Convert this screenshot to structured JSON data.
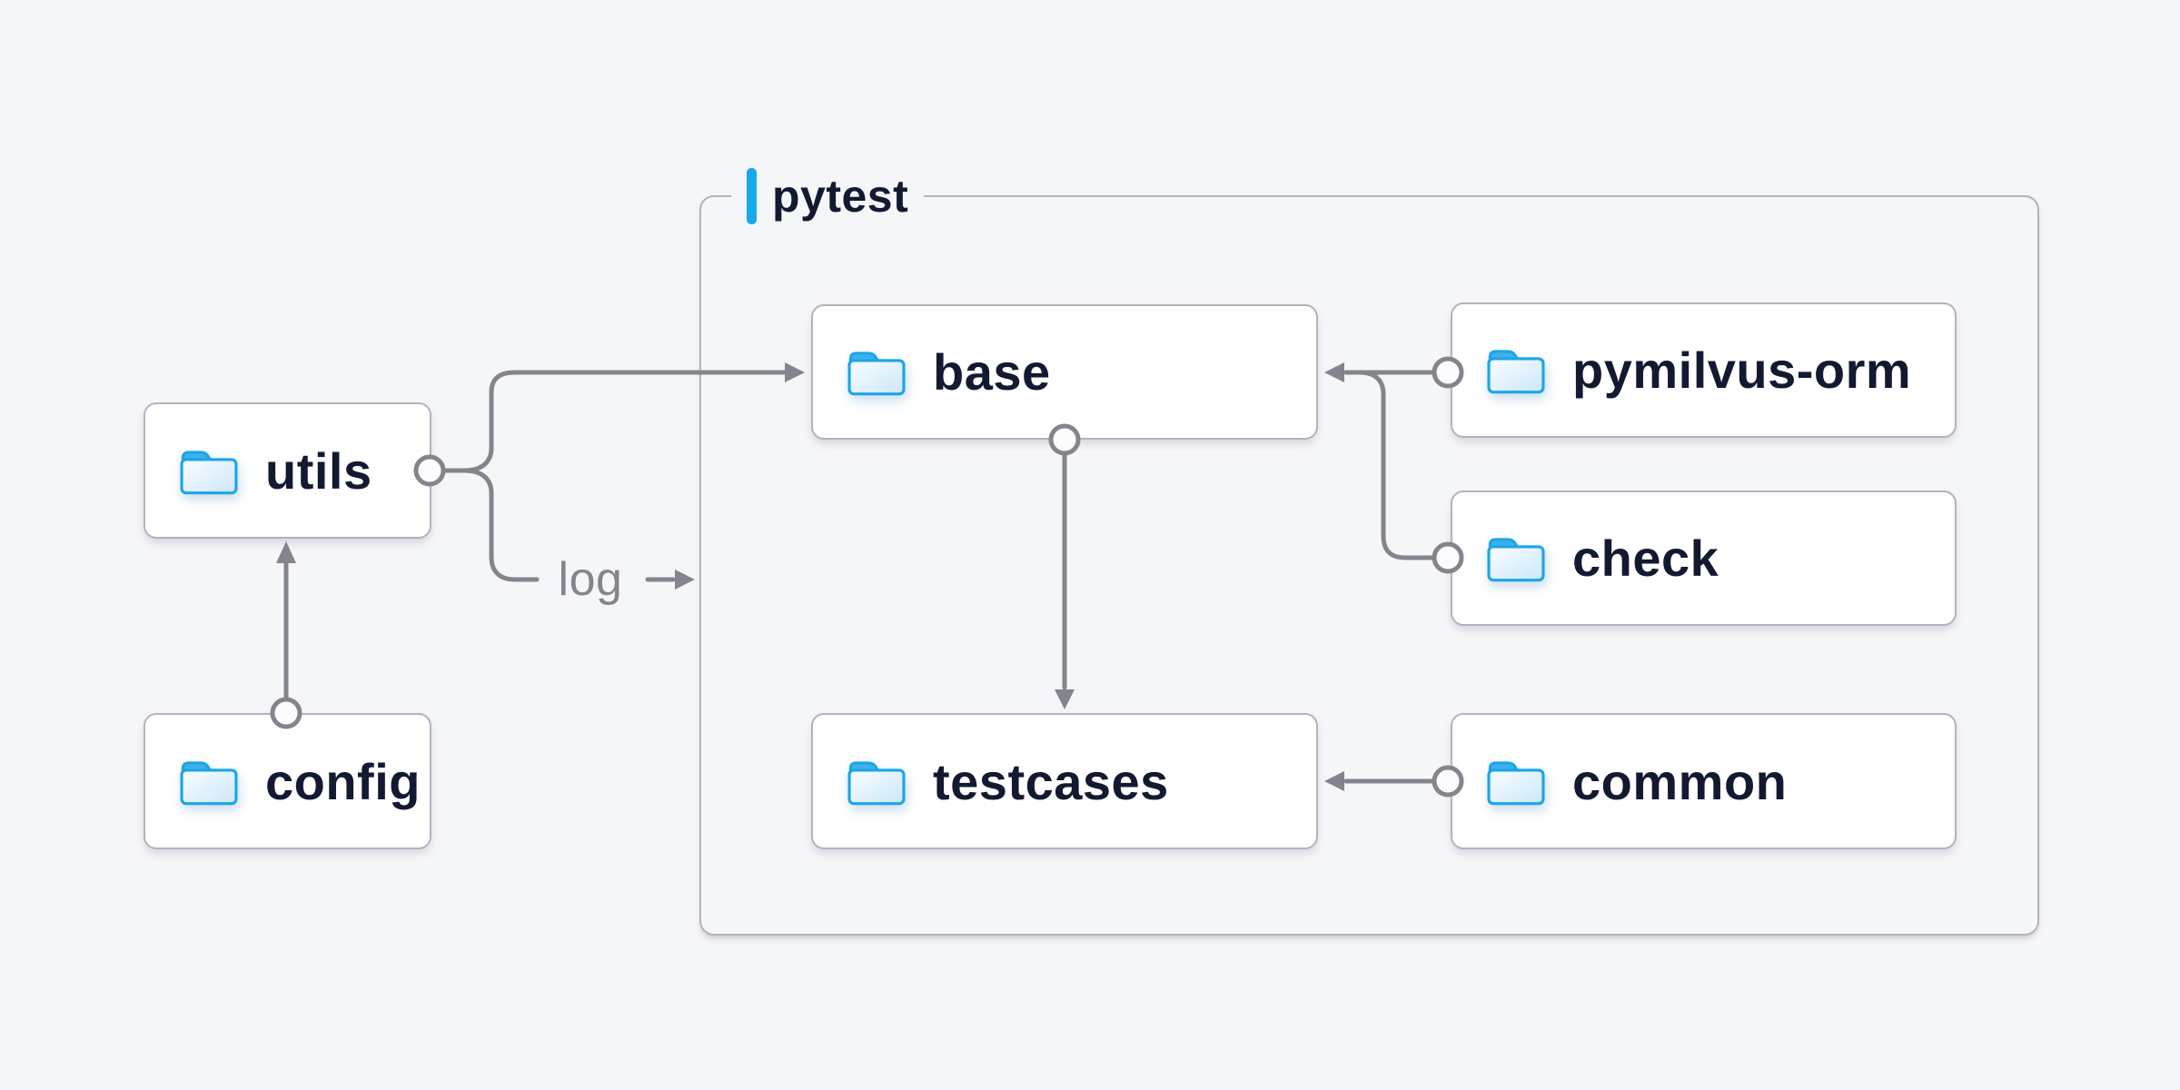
{
  "group": {
    "label": "pytest"
  },
  "nodes": [
    {
      "id": "utils",
      "label": "utils",
      "icon": "folder-icon"
    },
    {
      "id": "config",
      "label": "config",
      "icon": "folder-icon"
    },
    {
      "id": "base",
      "label": "base",
      "icon": "folder-icon"
    },
    {
      "id": "pymilvus-orm",
      "label": "pymilvus-orm",
      "icon": "folder-icon"
    },
    {
      "id": "check",
      "label": "check",
      "icon": "folder-icon"
    },
    {
      "id": "testcases",
      "label": "testcases",
      "icon": "folder-icon"
    },
    {
      "id": "common",
      "label": "common",
      "icon": "folder-icon"
    }
  ],
  "edges": [
    {
      "from": "config",
      "to": "utils",
      "style": "arrow-with-dot"
    },
    {
      "from": "utils",
      "to": "base",
      "style": "arrow-with-dot"
    },
    {
      "from": "utils",
      "to": "log",
      "style": "labeled-arrow",
      "label": "log"
    },
    {
      "from": "base",
      "to": "testcases",
      "style": "arrow-with-dot"
    },
    {
      "from": "pymilvus-orm",
      "to": "base",
      "style": "arrow-with-dot"
    },
    {
      "from": "check",
      "to": "base",
      "style": "arrow-with-dot"
    },
    {
      "from": "common",
      "to": "testcases",
      "style": "arrow-with-dot"
    }
  ],
  "colors": {
    "background": "#f5f6f8",
    "box_fill": "#ffffff",
    "box_border": "#b3b3bf",
    "group_border": "#b3b3bf",
    "accent_blue": "#18a8ec",
    "line_gray": "#84848e",
    "label_dark": "#111a30",
    "log_gray": "#84848e",
    "dot_fill": "#fcfcfe",
    "folder_stroke": "#1ba5e9",
    "folder_tab": "#3eb1ec",
    "folder_fill_light": "#fafdff",
    "folder_fill_deep": "#cbe7f9"
  }
}
